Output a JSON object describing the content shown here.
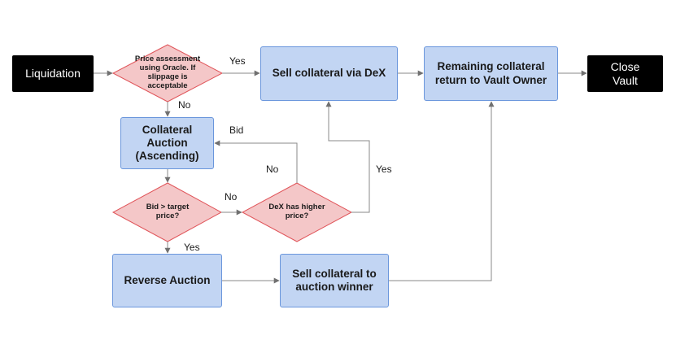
{
  "nodes": {
    "liquidation": "Liquidation",
    "price_assessment": "Price assessment\nusing Oracle. If\nslippage is\nacceptable",
    "sell_dex": "Sell collateral via DeX",
    "remaining_collateral": "Remaining collateral\nreturn to Vault Owner",
    "close_vault": "Close\nVault",
    "collateral_auction": "Collateral\nAuction\n(Ascending)",
    "bid_target": "Bid > target\nprice?",
    "dex_higher": "DeX has higher\nprice?",
    "reverse_auction": "Reverse Auction",
    "sell_winner": "Sell collateral to\nauction winner"
  },
  "edge_labels": {
    "yes_price": "Yes",
    "no_price": "No",
    "bid_loop": "Bid",
    "no_dex": "No",
    "yes_dex": "Yes",
    "no_bid": "No",
    "yes_bid": "Yes"
  },
  "colors": {
    "box_fill": "#c2d5f3",
    "box_border": "#6a96dc",
    "diamond_fill": "#f4c7c8",
    "diamond_border": "#e0555a",
    "terminal_fill": "#000000",
    "line": "#8a8a8a"
  }
}
